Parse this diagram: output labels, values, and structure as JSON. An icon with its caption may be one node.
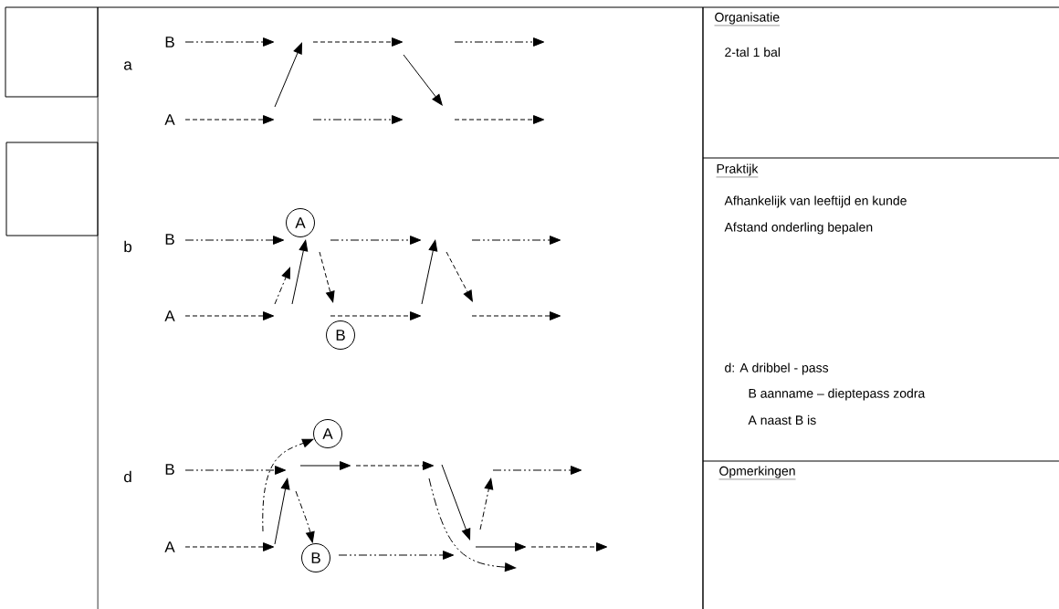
{
  "diagram": {
    "nodes": [
      {
        "text": [],
        "shape": "box"
      },
      {
        "text": [],
        "shape": "box"
      },
      {
        "text": [
          "A"
        ]
      },
      {
        "text": [
          "B"
        ]
      },
      {
        "text": [
          "A"
        ]
      },
      {
        "text": [
          "B"
        ]
      },
      {
        "text": [
          "Organisatie",
          "2-tal 1 bal"
        ]
      },
      {
        "text": [
          "Praktijk",
          "Afhankelijk van leeftijd en kunde",
          "Afstand onderling bepalen",
          "d: A dribbel - pass",
          "B aanname – dieptepass zodra",
          "A naast B is"
        ]
      },
      {
        "text": [
          "Opmerkingen"
        ]
      }
    ],
    "edges": [
      {
        "from": null,
        "to": 4,
        "arrow": "to",
        "style": "dashed"
      },
      {
        "from": null,
        "to": 5,
        "arrow": "to",
        "style": "dashed"
      }
    ],
    "labels": [
      "a",
      "B",
      "A",
      "b",
      "B",
      "A",
      "d",
      "B",
      "A"
    ]
  }
}
